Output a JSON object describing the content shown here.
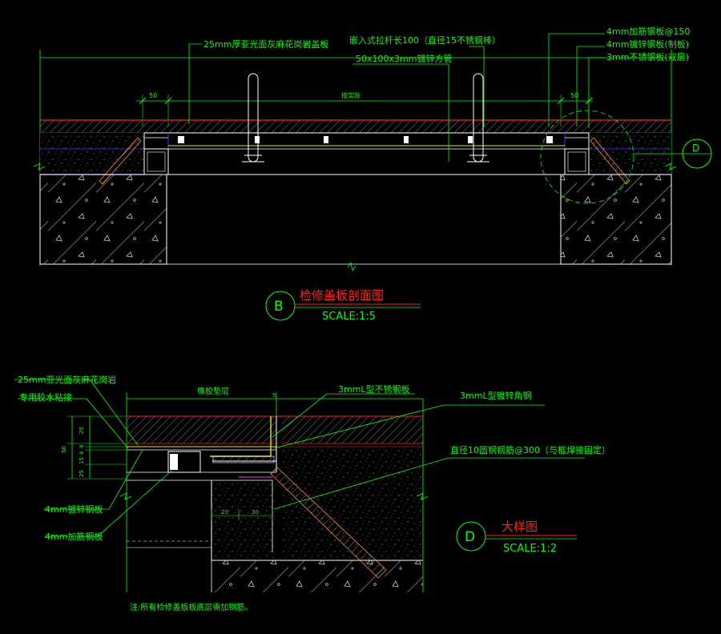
{
  "colors": {
    "background": "#000000",
    "annotation": "#00ff00",
    "title_red": "#ff2020",
    "structure": "#ffffff",
    "hatch": "#c8c8c8",
    "blue_line": "#2a3cff",
    "yellow": "#e8e800",
    "magenta": "#ff3cff",
    "orange": "#ff8a3a",
    "grey": "#8a8a8a"
  },
  "section_b": {
    "top_labels": {
      "granite_cover": "25mm厚亚光面灰麻花岗岩盖板",
      "bolt_note": "嵌入式拉杆长100（直径15不锈钢棒）",
      "tube_note": "50x100x3mm镀锌方管"
    },
    "right_labels": {
      "plate_150": "4mm加筋钢板@150",
      "galv_plate": "4mm镀锌钢板(制板)",
      "ss_plate": "3mm不锈钢板(双层)"
    },
    "dims": {
      "left": "50",
      "middle": "按实际",
      "right": "50"
    },
    "detail_marker": "D",
    "title_marker": "B",
    "title": "检修盖板剖面图",
    "scale": "SCALE:1:5"
  },
  "detail_d": {
    "left_labels": {
      "granite": "25mm亚光面灰麻花岗岩",
      "adhesive": "专用胶水粘接",
      "galv_plate": "4mm镀锌钢板",
      "stiffener": "4mm加筋钢板"
    },
    "top_labels": {
      "rubber_pad": "橡胶垫层",
      "l_ss_plate": "3mmL型不锈钢板",
      "l_angle": "3mmL型镀锌角钢",
      "rebar": "直径10圆钢钢筋@300（与框焊接固定）"
    },
    "dims_vertical": [
      "50",
      "25",
      "4",
      "4",
      "15",
      "25"
    ],
    "dims_small": [
      "5",
      "20",
      "30"
    ],
    "marker": "D",
    "title": "大样图",
    "scale": "SCALE:1:2",
    "note": "注:所有检修盖板板底层需加钢筋。"
  }
}
